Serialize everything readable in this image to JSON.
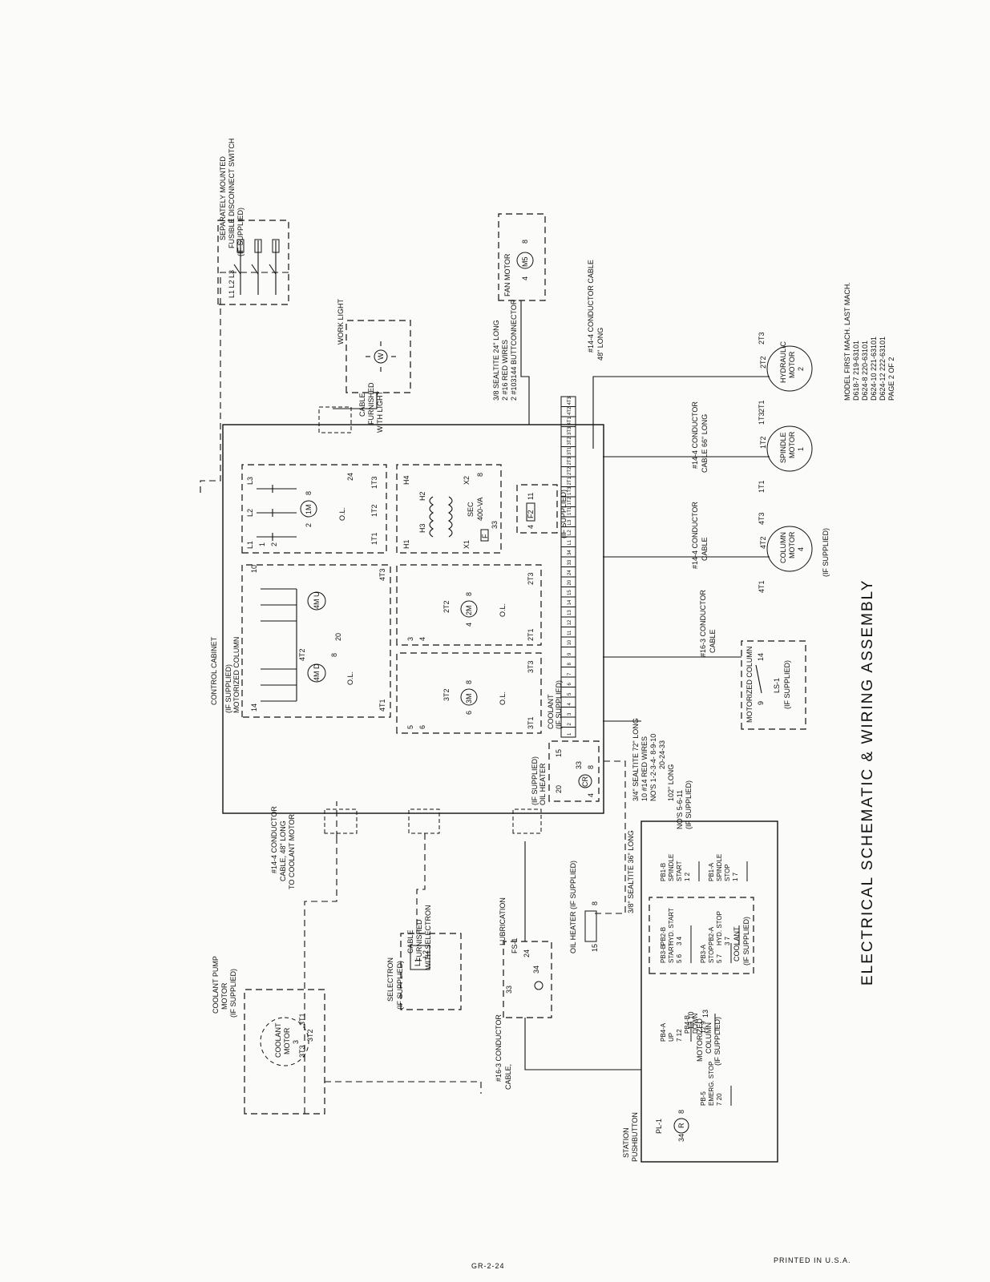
{
  "title": "ELECTRICAL SCHEMATIC & WIRING ASSEMBLY",
  "footer": {
    "doc_number": "GR-2-24",
    "printed": "PRINTED IN U.S.A."
  },
  "model_table": {
    "header": "MODEL FIRST MACH. LAST MACH.",
    "rows": [
      "D618-7 219-63101",
      "D624-8 220-63101",
      "D624-10 221-63101",
      "D624-12 222-63101"
    ],
    "page": "PAGE 2 OF 2"
  },
  "disconnect": {
    "lines": [
      "SEPARATELY MOUNTED",
      "FUSIBLE DISCONNECT SWITCH",
      "(IF SUPPLIED)"
    ],
    "phases": "L1 L2 L3"
  },
  "work_light": {
    "label": "WORK LIGHT",
    "symbol": "W",
    "cable": [
      "CABLE",
      "FURNISHED",
      "WITH LIGHT"
    ]
  },
  "fan_motor": {
    "label": "FAN MOTOR",
    "symbol": "M5",
    "left": "4",
    "right": "8"
  },
  "fan_cable": [
    "3/8 SEALTITE 24\" LONG",
    "2 #16 RED WIRES",
    "2 #103144 BUTTCONNECTOR"
  ],
  "control_cabinet": {
    "label": "CONTROL CABINET",
    "spindle_starter": {
      "coil": "1M",
      "terminals": [
        "L1",
        "L2",
        "L3",
        "1T1",
        "1T2",
        "1T3"
      ],
      "ol": "O.L.",
      "wires": [
        "1",
        "2",
        "24"
      ],
      "coil_left": "2",
      "coil_right": "8"
    },
    "transformer": {
      "h": [
        "H1",
        "H3",
        "H2",
        "H4"
      ],
      "x": [
        "X1",
        "X2"
      ],
      "label": "SEC",
      "rating": "400-VA",
      "wire_33": "33",
      "wire_8": "8",
      "fuse": "F"
    },
    "fuse_f2": {
      "left": "4",
      "symbol": "F2",
      "right": "11",
      "note": "(IF SUPPLIED)"
    },
    "motorized_column": {
      "lines": [
        "MOTORIZED COLUMN",
        "(IF SUPPLIED)"
      ],
      "coil_up": "4M U",
      "coil_down": "4M D",
      "wires": [
        "10",
        "14",
        "20",
        "8"
      ],
      "t": [
        "4T1",
        "4T2",
        "4T3"
      ],
      "ol": "O.L."
    },
    "hydraulic_starter": {
      "coil": "2M",
      "coil_left": "4",
      "coil_right": "8",
      "wires": [
        "3",
        "4"
      ],
      "t": [
        "2T1",
        "2T2",
        "2T3"
      ],
      "ol": "O.L."
    },
    "coolant_starter": {
      "lines": [
        "COOLANT",
        "(IF SUPPLIED)"
      ],
      "coil": "3M",
      "coil_left": "6",
      "coil_right": "8",
      "wires": [
        "5",
        "6"
      ],
      "t": [
        "3T1",
        "3T2",
        "3T3"
      ],
      "ol": "O.L."
    },
    "oil_heater_relay": {
      "lines": [
        "OIL HEATER",
        "(IF SUPPLIED)"
      ],
      "coil": "CR",
      "wires": [
        "15",
        "20",
        "8",
        "4",
        "33"
      ]
    },
    "terminal_strip": [
      "1",
      "2",
      "3",
      "4",
      "5",
      "6",
      "7",
      "8",
      "9",
      "10",
      "11",
      "12",
      "13",
      "14",
      "15",
      "20",
      "24",
      "33",
      "34",
      "L1",
      "L2",
      "L3",
      "1T1",
      "1T2",
      "1T3",
      "2T1",
      "2T2",
      "2T3",
      "3T1",
      "3T2",
      "3T3",
      "4T1",
      "4T2",
      "4T3"
    ]
  },
  "hyd_cable": [
    "#14-4 CONDUCTOR CABLE",
    "48\" LONG"
  ],
  "motors": [
    {
      "name": [
        "HYDRAULIC",
        "MOTOR",
        "2"
      ],
      "t": [
        "2T1",
        "2T2",
        "2T3"
      ]
    },
    {
      "name": [
        "SPINDLE",
        "MOTOR",
        "1"
      ],
      "t": [
        "1T1",
        "1T2",
        "1T3"
      ],
      "cable": [
        "#14-4 CONDUCTOR",
        "CABLE 66\" LONG"
      ]
    },
    {
      "name": [
        "COLUMN",
        "MOTOR",
        "4"
      ],
      "t": [
        "4T1",
        "4T2",
        "4T3"
      ],
      "cable": [
        "#14-4 CONDUCTOR",
        "CABLE"
      ],
      "note": "(IF SUPPLIED)"
    }
  ],
  "limit_switch": {
    "label": "MOTORIZED COLUMN",
    "cable": [
      "#16-3 CONDUCTOR",
      "CABLE"
    ],
    "id": "LS-1",
    "left": "9",
    "right": "14",
    "note": "(IF SUPPLIED)"
  },
  "pushbutton_cable": [
    "3/4\" SEALTITE 72\" LONG",
    "10 #14 RED WIRES",
    "NO'S 1-2-3-4- 8-9-10",
    "20-24-33",
    "102\" LONG",
    "NO'S 5-6-11",
    "(IF SUPPLIED)"
  ],
  "coolant_cable": [
    "#14-4 CONDUCTOR",
    "CABLE, 48\" LONG",
    "TO COOLANT MOTOR"
  ],
  "oil_heater_cable": "3/8\" SEALTITE 36\" LONG",
  "coolant_pump": {
    "lines": [
      "COOLANT PUMP",
      "MOTOR",
      "(IF SUPPLIED)"
    ],
    "motor": [
      "COOLANT",
      "MOTOR",
      "3"
    ],
    "t": [
      "3T1",
      "3T2",
      "3T3"
    ]
  },
  "selectron": {
    "lines": [
      "SELECTRON",
      "(IF SUPPLIED)"
    ],
    "cable": [
      "CABLE",
      "FURNISHED",
      "WITH SELECTRON"
    ],
    "pins": [
      "L1",
      "L2"
    ]
  },
  "lubrication": {
    "lines": [
      "LUBRICATION",
      "FS-1"
    ],
    "wires": [
      "33",
      "24",
      "34"
    ]
  },
  "oil_heater": {
    "label": "OIL HEATER (IF SUPPLIED)",
    "left": "15",
    "right": "8"
  },
  "lube_cable": [
    "#16-3 CONDUCTOR",
    "CABLE,"
  ],
  "pushbutton_station": {
    "label": [
      "PUSHBUTTON",
      "STATION"
    ],
    "buttons": [
      {
        "id": "PB1-B",
        "name": [
          "SPINDLE",
          "START"
        ],
        "wires": "1 2"
      },
      {
        "id": "PB1-A",
        "name": [
          "SPINDLE",
          "STOP"
        ],
        "wires": "1 7"
      },
      {
        "id": "PB2-B",
        "name": [
          "HYD. START"
        ],
        "wires": "3 4"
      },
      {
        "id": "PB2-A",
        "name": [
          "HYD. STOP"
        ],
        "wires": "3 7"
      },
      {
        "id": "PB3-B",
        "name": [
          "START"
        ],
        "wires": "5 6"
      },
      {
        "id": "PB3-A",
        "name": [
          "STOP"
        ],
        "wires": "5 7"
      },
      {
        "id": "PB4-A",
        "name": [
          "UP"
        ],
        "wires": "7 12"
      },
      {
        "id": "PB4-B",
        "name": [
          "DOWN"
        ],
        "wires": "12 9"
      },
      {
        "id": "PB-5",
        "name": [
          "EMERG. STOP"
        ],
        "wires": "7 20"
      }
    ],
    "coolant_note": [
      "COOLANT",
      "(IF SUPPLIED)"
    ],
    "column_note": [
      "13 10",
      "MOTORIZED",
      "COLUMN",
      "(IF SUPPLIED)"
    ],
    "pilot": {
      "id": "PL-1",
      "symbol": "R",
      "left": "34",
      "right": "8"
    },
    "wire_13": "13"
  }
}
